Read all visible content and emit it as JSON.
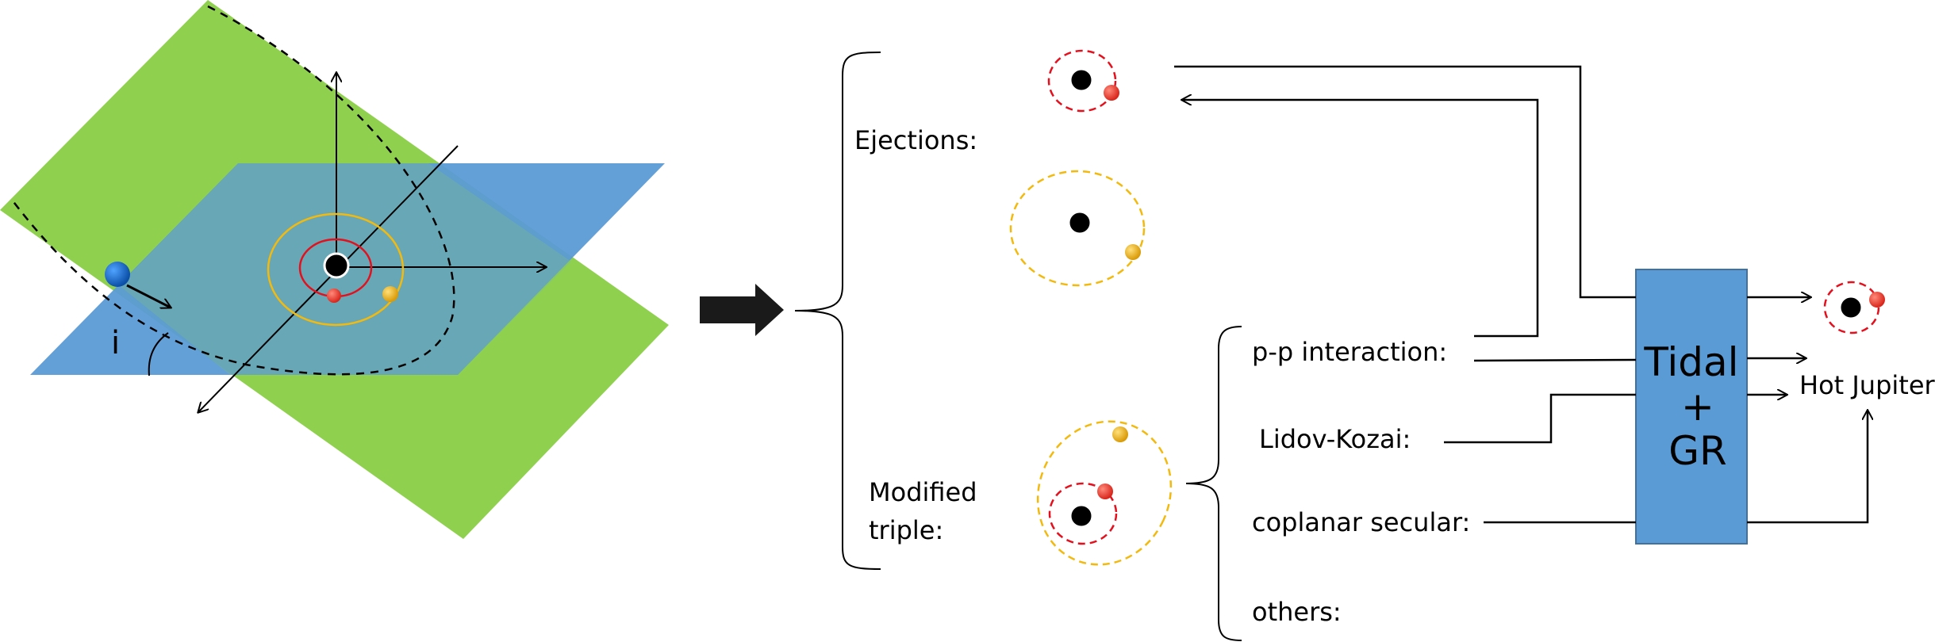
{
  "left_panel": {
    "inclination_label": "i"
  },
  "middle": {
    "ejections_label": "Ejections:",
    "modified_triple_label": "Modified\ntriple:"
  },
  "channels": {
    "items": [
      {
        "label": "p-p interaction:"
      },
      {
        "label": "Lidov-Kozai:"
      },
      {
        "label": "coplanar secular:"
      },
      {
        "label": "others:"
      }
    ]
  },
  "tidal_box": {
    "lines": [
      "Tidal",
      "+",
      "GR"
    ]
  },
  "result": {
    "label": "Hot Jupiter"
  },
  "colors": {
    "green_plane": "#8fd14f",
    "blue_plane": "#5b9bd5",
    "tidal_box": "#5b9bd5",
    "star": "#000000",
    "inner_planet": "#e4101d",
    "outer_planet": "#f2b90f",
    "perturber": "#1565c0"
  }
}
